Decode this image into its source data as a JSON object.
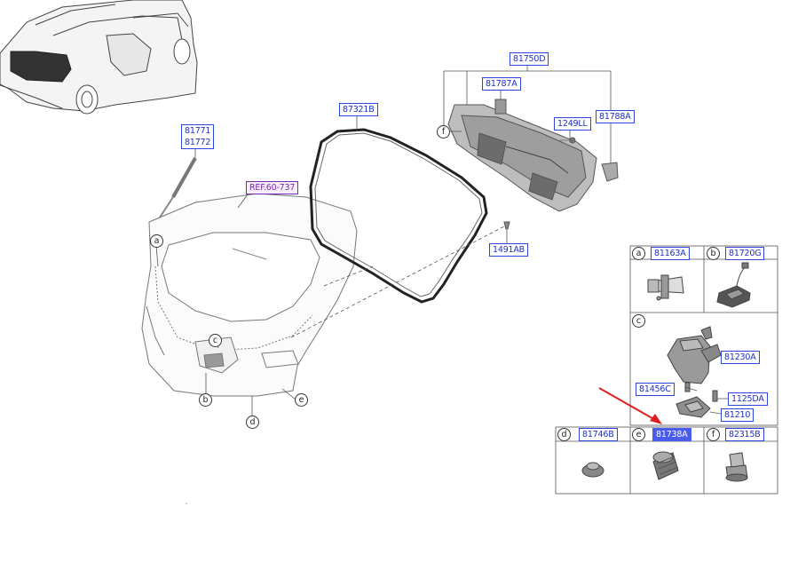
{
  "labels": {
    "l81750D": "81750D",
    "l81787A": "81787A",
    "l1249LL": "1249LL",
    "l81788A": "81788A",
    "l87321B": "87321B",
    "l81771": "81771",
    "l81772": "81772",
    "ref": "REF.60-737",
    "l1491AB": "1491AB"
  },
  "callouts": {
    "a": "a",
    "b": "b",
    "c": "c",
    "d": "d",
    "e": "e",
    "f": "f"
  },
  "table": {
    "a": {
      "letter": "a",
      "part": "81163A"
    },
    "b": {
      "letter": "b",
      "part": "81720G"
    },
    "c": {
      "letter": "c",
      "parts": [
        "81230A",
        "81456C",
        "1125DA",
        "81210"
      ]
    },
    "d": {
      "letter": "d",
      "part": "81746B"
    },
    "e": {
      "letter": "e",
      "part": "81738A"
    },
    "f": {
      "letter": "f",
      "part": "82315B"
    }
  },
  "colors": {
    "label_border": "#2f45e0",
    "label_text": "#1e2fc8",
    "selected_fill": "#4a5cf0",
    "arrow": "#e02020",
    "line": "#555555"
  }
}
